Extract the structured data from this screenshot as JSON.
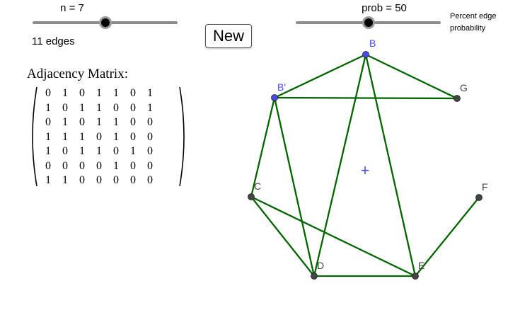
{
  "slider_n": {
    "label": "n = 7",
    "value": 7,
    "min": 1,
    "max": 13
  },
  "slider_prob": {
    "label": "prob = 50",
    "value": 50,
    "min": 0,
    "max": 100
  },
  "edges_text": "11 edges",
  "new_button_label": "New",
  "prob_hint": [
    "Percent edge",
    "probability"
  ],
  "matrix": {
    "title": "Adjacency Matrix:",
    "rows": [
      [
        "0",
        "1",
        "0",
        "1",
        "1",
        "0",
        "1"
      ],
      [
        "1",
        "0",
        "1",
        "1",
        "0",
        "0",
        "1"
      ],
      [
        "0",
        "1",
        "0",
        "1",
        "1",
        "0",
        "0"
      ],
      [
        "1",
        "1",
        "1",
        "0",
        "1",
        "0",
        "0"
      ],
      [
        "1",
        "0",
        "1",
        "1",
        "0",
        "1",
        "0"
      ],
      [
        "0",
        "0",
        "0",
        "0",
        "1",
        "0",
        "0"
      ],
      [
        "1",
        "1",
        "0",
        "0",
        "0",
        "0",
        "0"
      ]
    ]
  },
  "graph": {
    "vertices": [
      {
        "id": "B",
        "label": "B",
        "highlighted": true
      },
      {
        "id": "Bp",
        "label": "B'",
        "highlighted": true
      },
      {
        "id": "G",
        "label": "G",
        "highlighted": false
      },
      {
        "id": "C",
        "label": "C",
        "highlighted": false
      },
      {
        "id": "F",
        "label": "F",
        "highlighted": false
      },
      {
        "id": "D",
        "label": "D",
        "highlighted": false
      },
      {
        "id": "E",
        "label": "E",
        "highlighted": false
      }
    ],
    "edges": [
      [
        "B",
        "Bp"
      ],
      [
        "B",
        "G"
      ],
      [
        "B",
        "D"
      ],
      [
        "B",
        "E"
      ],
      [
        "Bp",
        "G"
      ],
      [
        "Bp",
        "C"
      ],
      [
        "Bp",
        "D"
      ],
      [
        "C",
        "D"
      ],
      [
        "C",
        "E"
      ],
      [
        "D",
        "E"
      ],
      [
        "E",
        "F"
      ]
    ],
    "center_marker": "+"
  },
  "colors": {
    "edge": "#006400",
    "vertex": "#444444",
    "vertex_highlight": "#4a4ae8",
    "label_highlight": "#4a4ae8",
    "label": "#444444"
  }
}
